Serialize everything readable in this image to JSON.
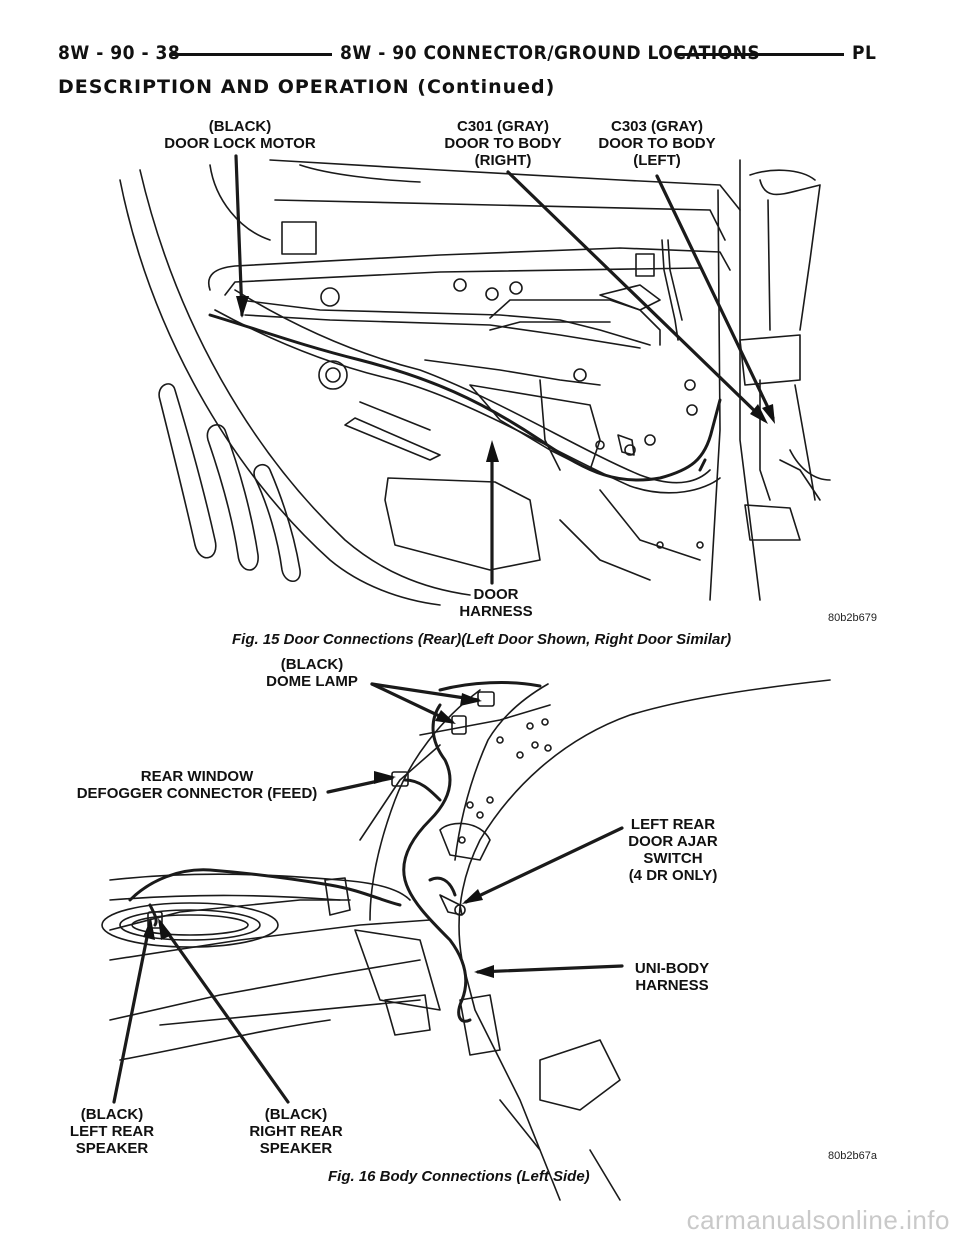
{
  "header": {
    "page_number": "8W - 90 - 38",
    "section_title": "8W - 90 CONNECTOR/GROUND LOCATIONS",
    "model_code": "PL"
  },
  "section_heading": "DESCRIPTION AND OPERATION (Continued)",
  "figure15": {
    "labels": {
      "door_lock_motor": "(BLACK)\nDOOR LOCK MOTOR",
      "c301": "C301 (GRAY)\nDOOR TO BODY\n(RIGHT)",
      "c303": "C303 (GRAY)\nDOOR TO BODY\n(LEFT)",
      "door_harness": "DOOR\nHARNESS"
    },
    "image_code": "80b2b679",
    "caption": "Fig. 15 Door Connections (Rear)(Left Door Shown, Right Door Similar)"
  },
  "figure16": {
    "labels": {
      "dome_lamp": "(BLACK)\nDOME LAMP",
      "rear_window": "REAR WINDOW\nDEFOGGER CONNECTOR (FEED)",
      "door_ajar": "LEFT REAR\nDOOR AJAR\nSWITCH\n(4 DR ONLY)",
      "uni_body": "UNI-BODY\nHARNESS",
      "left_speaker": "(BLACK)\nLEFT REAR\nSPEAKER",
      "right_speaker": "(BLACK)\nRIGHT REAR\nSPEAKER"
    },
    "image_code": "80b2b67a",
    "caption": "Fig. 16 Body Connections (Left Side)"
  },
  "watermark": "carmanualsonline.info"
}
